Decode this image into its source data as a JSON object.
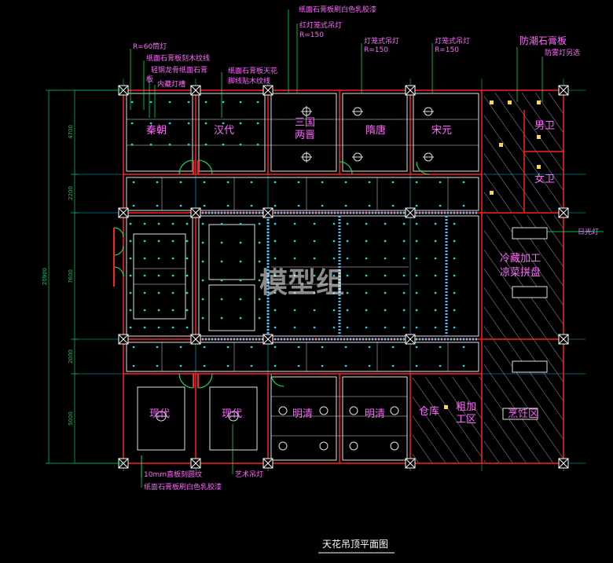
{
  "title": "天花吊顶平面图",
  "watermark": "模型组",
  "colors": {
    "background": "#000000",
    "wall": "#ff2020",
    "grid": "#00ffff",
    "dimension": "#00cc66",
    "annotation": "#ff66ff",
    "label": "#ff66ff",
    "hatch": "#cccccc",
    "fixture": "#00e5ff"
  },
  "room_labels": {
    "qin": "秦朝",
    "han": "汉代",
    "sanguo1": "三国",
    "sanguo2": "两晋",
    "suitang": "隋唐",
    "songyuan": "宋元",
    "nanwei": "男卫",
    "nvwei": "女卫",
    "lengcang1": "冷藏加工",
    "lengcang2": "凉菜拼盘",
    "xiandai1": "现代",
    "xiandai2": "现代",
    "mingqing1": "明清",
    "mingqing2": "明清",
    "cangku": "仓库",
    "cujiagong1": "粗加",
    "cujiagong2": "工区",
    "pengtiao": "烹饪区"
  },
  "annotations": {
    "zhimian_top": "纸面石膏板刷白色乳胶漆",
    "hongdeng": "红灯笼式吊灯",
    "r150_a": "R=150",
    "dengcong1": "灯笼式吊灯",
    "r150_b": "R=150",
    "dengcong2": "灯笼式吊灯",
    "r150_c": "R=150",
    "fangchao": "防潮石膏板",
    "fangwu": "防雾灯另选",
    "r60": "R=60筒灯",
    "kemu": "纸面石膏板刻木纹线",
    "qinggang1": "轻钢龙骨纸面石膏",
    "qinggang2": "板",
    "neicang": "内藏灯槽",
    "tianhua1": "纸面石膏板天花",
    "tianhua2": "脚线贴木纹线",
    "riguang": "日光灯",
    "zhiban": "10mm直板刻圆纹",
    "zhimian_bottom": "纸面石膏板刷白色乳胶漆",
    "yishu": "艺术吊灯"
  },
  "dimensions": {
    "d1": "4700",
    "d2": "2200",
    "d3": "7600",
    "d4": "2000",
    "d5": "5000",
    "total": "20900"
  }
}
